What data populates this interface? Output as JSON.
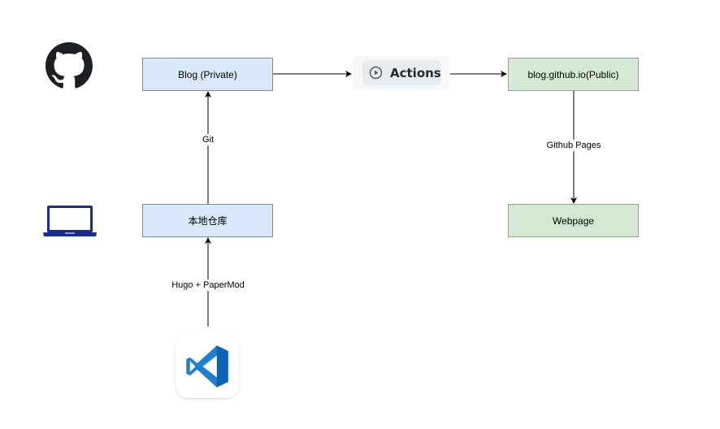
{
  "nodes": {
    "blog_private": "Blog (Private)",
    "actions": "Actions",
    "blog_public": "blog.github.io(Public)",
    "local_repo": "本地仓库",
    "webpage": "Webpage"
  },
  "edges": {
    "git": "Git",
    "github_pages": "Github Pages",
    "hugo": "Hugo + PaperMod"
  },
  "icons": [
    "github-icon",
    "laptop-icon",
    "vscode-icon",
    "play-circle-icon"
  ],
  "colors": {
    "blue_fill": "#dae8fc",
    "blue_stroke": "#6c8ebf",
    "green_fill": "#d5e8d4",
    "green_stroke": "#82b366",
    "laptop": "#1a2b8c",
    "vscode_blue": "#1f7fd1"
  }
}
